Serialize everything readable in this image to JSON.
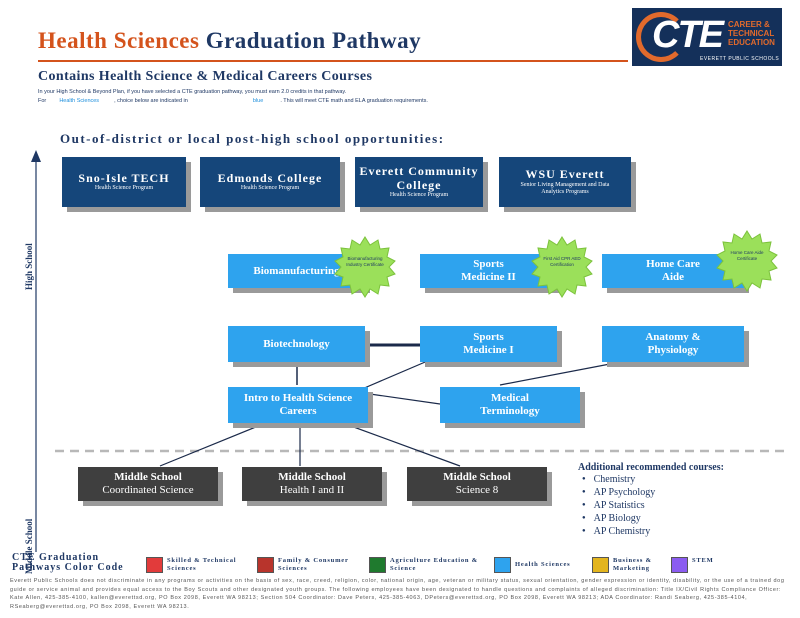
{
  "header": {
    "title_part1": "Health Sciences",
    "title_part2": "Graduation Pathway",
    "subtitle": "Contains Health Science & Medical Careers Courses",
    "intro_line1": "In your High School & Beyond Plan, if you have selected a CTE graduation pathway, you must earn 2.0 credits in that pathway.",
    "intro_line2_prefix": "For",
    "intro_line2_highlight": "Health Sciences",
    "intro_line2_mid": ", choice below are indicated in",
    "intro_line2_color": "blue",
    "intro_line2_suffix": ". This will meet CTE math and ELA graduation requirements."
  },
  "logo": {
    "text": "CTE",
    "lines": [
      "CAREER &",
      "TECHNICAL",
      "EDUCATION"
    ],
    "footer": "EVERETT PUBLIC SCHOOLS"
  },
  "opportunities_heading": "Out-of-district or local post-high school opportunities:",
  "colleges": [
    {
      "name": "Sno-Isle TECH",
      "detail": "Health Science Program"
    },
    {
      "name": "Edmonds College",
      "detail": "Health Science Program"
    },
    {
      "name": "Everett Community College",
      "detail": "Health Science Program"
    },
    {
      "name": "WSU Everett",
      "detail": "Senior Living Management and Data Analytics Programs"
    }
  ],
  "courses": {
    "biomanufacturing": "Biomanufacturing",
    "sports_medicine_2": "Sports Medicine II",
    "home_care_aide": "Home Care Aide",
    "biotechnology": "Biotechnology",
    "sports_medicine_1": "Sports Medicine I",
    "anatomy_physiology": "Anatomy & Physiology",
    "intro_health_science": "Intro to Health Science Careers",
    "medical_terminology": "Medical Terminology"
  },
  "badges": {
    "biomanufacturing": "Biomanufacturing Industry Certificate",
    "sports_medicine_2": "First Aid CPR AED Certification",
    "home_care_aide": "Home Care Aide Certificate"
  },
  "middle_school": [
    {
      "line1": "Middle School",
      "line2": "Coordinated Science"
    },
    {
      "line1": "Middle School",
      "line2": "Health I and II"
    },
    {
      "line1": "Middle School",
      "line2": "Science 8"
    }
  ],
  "axis": {
    "high_school": "High School",
    "middle_school": "Middle School"
  },
  "additional": {
    "heading": "Additional recommended courses:",
    "items": [
      "Chemistry",
      "AP Psychology",
      "AP Statistics",
      "AP Biology",
      "AP Chemistry"
    ]
  },
  "legend": {
    "title_line1": "CTE Graduation",
    "title_line2": "Pathways Color Code",
    "items": [
      {
        "label": "Skilled & Technical Sciences",
        "color": "#e23b3b"
      },
      {
        "label": "Family & Consumer Sciences",
        "color": "#b8342c"
      },
      {
        "label": "Agriculture Education & Science",
        "color": "#1f7a2e"
      },
      {
        "label": "Health Sciences",
        "color": "#2ea3ee"
      },
      {
        "label": "Business & Marketing",
        "color": "#e3b51e"
      },
      {
        "label": "STEM",
        "color": "#8b5cf0"
      }
    ]
  },
  "disclaimer": "Everett Public Schools does not discriminate in any programs or activities on the basis of sex, race, creed, religion, color, national origin, age, veteran or military status, sexual orientation, gender expression or identity, disability, or the use of a trained dog guide or service animal and provides equal access to the Boy Scouts and other designated youth groups. The following employees have been designated to handle questions and complaints of alleged discrimination: Title IX/Civil Rights Compliance Officer: Kate Allen, 425-385-4100, kallen@everettsd.org, PO Box 2098, Everett WA 98213; Section 504 Coordinator: Dave Peters, 425-385-4063, DPeters@everettsd.org, PO Box 2098, Everett WA 98213; ADA Coordinator: Randi Seaberg, 425-385-4104, RSeaberg@everettsd.org, PO Box 2098, Everett WA 98213.",
  "colors": {
    "title_orange": "#d4531c",
    "navy": "#15467a",
    "health_blue": "#2ea3ee",
    "middle_gray": "#3f3f3f",
    "badge_green": "#9be05a"
  }
}
